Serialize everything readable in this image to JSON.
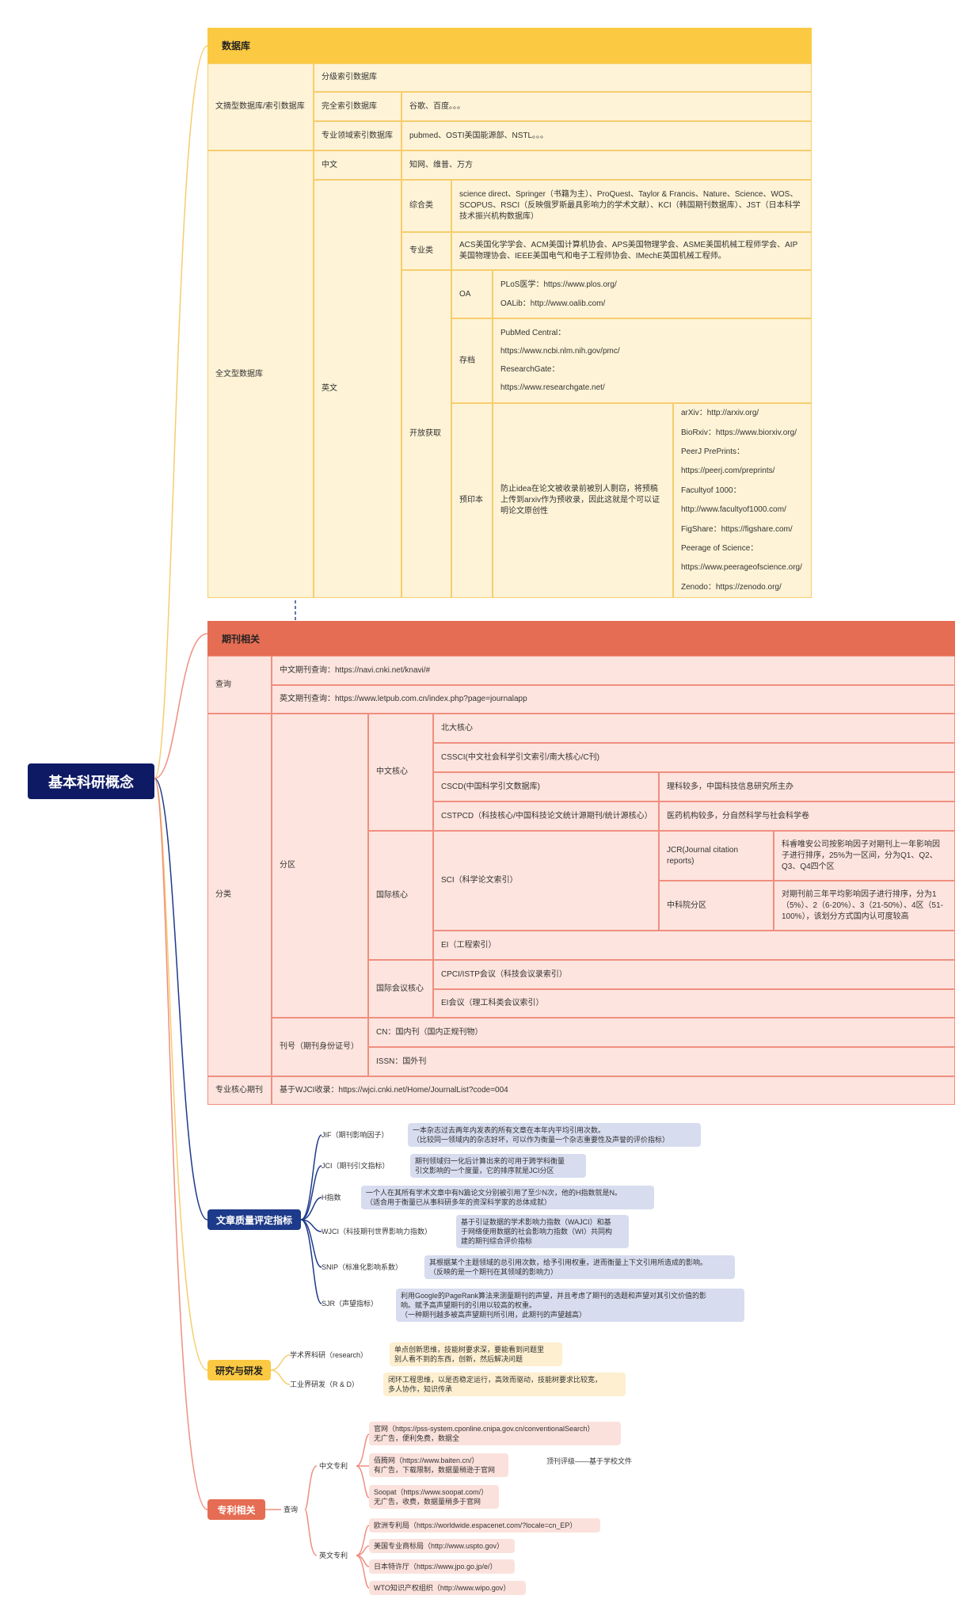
{
  "root": "基本科研概念",
  "database": {
    "header": "数据库",
    "doc_type": "文摘型数据库/索引数据库",
    "index_db": "分级索引数据库",
    "full_index": "完全索引数据库",
    "full_index_ex": "谷歌、百度。。。",
    "field_index": "专业领域索引数据库",
    "field_index_ex": "pubmed、OSTI美国能源部、NSTL。。。",
    "fulltext": "全文型数据库",
    "chinese": "中文",
    "chinese_ex": "知网、维普、万方",
    "english": "英文",
    "comprehensive": "综合类",
    "comprehensive_ex": "science direct、Springer（书籍为主）、ProQuest、Taylor & Francis、Nature、Science、WOS、SCOPUS、RSCI（反映俄罗斯最具影响力的学术文献）、KCI（韩国期刊数据库）、JST（日本科学技术振兴机构数据库）",
    "professional": "专业类",
    "professional_ex": "ACS美国化学学会、ACM美国计算机协会、APS美国物理学会、ASME美国机械工程师学会、AIP美国物理协会、IEEE美国电气和电子工程师协会、IMechE英国机械工程师。",
    "open_access": "开放获取",
    "oa": "OA",
    "oa_1": "PLoS医学：https://www.plos.org/",
    "oa_2": "OALib：http://www.oalib.com/",
    "archive": "存档",
    "archive_1": "PubMed Central：",
    "archive_2": "https://www.ncbi.nlm.nih.gov/pmc/",
    "archive_3": "ResearchGate：",
    "archive_4": "https://www.researchgate.net/",
    "preprint": "预印本",
    "preprint_desc": "防止idea在论文被收录前被别人剽窃，将预稿上传到arxiv作为预收录，因此这就是个可以证明论文原创性",
    "preprint_list": [
      "arXiv：http://arxiv.org/",
      "BioRxiv：https://www.biorxiv.org/",
      "PeerJ PrePrints：",
      "https://peerj.com/preprints/",
      "Facultyof 1000：",
      "http://www.facultyof1000.com/",
      "FigShare：https://figshare.com/",
      "Peerage of Science：",
      "https://www.peerageofscience.org/",
      "Zenodo：https://zenodo.org/"
    ]
  },
  "journal": {
    "header": "期刊相关",
    "query": "查询",
    "query_cn": "中文期刊查询：https://navi.cnki.net/knavi/#",
    "query_en": "英文期刊查询：https://www.letpub.com.cn/index.php?page=journalapp",
    "classify": "分类",
    "partition": "分区",
    "cn_core": "中文核心",
    "pku": "北大核心",
    "cssci": "CSSCI(中文社会科学引文索引/南大核心/C刊)",
    "cscd": "CSCD(中国科学引文数据库)",
    "cscd_note": "理科较多，中国科技信息研究所主办",
    "cstpcd": "CSTPCD（科技核心/中国科技论文统计源期刊/统计源核心）",
    "cstpcd_note": "医药机构较多，分自然科学与社会科学卷",
    "intl_core": "国际核心",
    "sci": "SCI（科学论文索引）",
    "jcr": "JCR(Journal citation reports)",
    "jcr_note": "科睿唯安公司按影响因子对期刊上一年影响因子进行排序，25%为一区间，分为Q1、Q2、Q3、Q4四个区",
    "cas": "中科院分区",
    "cas_note": "对期刊前三年平均影响因子进行排序，分为1（5%）、2（6-20%）、3（21-50%）、4区（51-100%），该划分方式国内认可度较高",
    "ei": "EI（工程索引）",
    "conf_core": "国际会议核心",
    "cpci": "CPCI/ISTP会议（科技会议录索引）",
    "ei_conf": "EI会议（理工科类会议索引）",
    "issn_label": "刊号（期刊身份证号）",
    "cn": "CN：国内刊（国内正规刊物）",
    "issn": "ISSN：国外刊",
    "prof_core": "专业核心期刊",
    "prof_core_ex": "基于WJCI收录：https://wjci.cnki.net/Home/JournalList?code=004"
  },
  "quality": {
    "label": "文章质量评定指标",
    "items": [
      {
        "name": "JIF（期刊影响因子）",
        "desc": "一本杂志过去两年内发表的所有文章在本年内平均引用次数。\n（比较同一领域内的杂志好坏，可以作为衡量一个杂志重要性及声誉的评价指标）"
      },
      {
        "name": "JCI（期刊引文指标）",
        "desc": "期刊领域归一化后计算出来的可用于跨学科衡量\n引文影响的一个度量，它的排序就是JCI分区"
      },
      {
        "name": "H指数",
        "desc": "一个人在其所有学术文章中有N篇论文分别被引用了至少N次，他的H指数就是N。\n（适合用于衡量已从事科研多年的资深科学家的总体成就）"
      },
      {
        "name": "WJCI（科技期刊世界影响力指数）",
        "desc": "基于引证数据的学术影响力指数（WAJCI）和基\n于网络使用数据的社会影响力指数（WI）共同构\n建的期刊综合评价指标"
      },
      {
        "name": "SNIP（标准化影响系数）",
        "desc": "其根据某个主题领域的总引用次数，给予引用权重，进而衡量上下文引用所造成的影响。\n（反映的是一个期刊在其领域的影响力）"
      },
      {
        "name": "SJR（声望指标）",
        "desc": "利用Google的PageRank算法来测量期刊的声望，并且考虑了期刊的选题和声望对其引文价值的影\n响。赋予高声望期刊的引用以较高的权重。\n（一种期刊越多被高声望期刊所引用，此期刊的声望越高）"
      }
    ]
  },
  "research": {
    "label": "研究与研发",
    "items": [
      {
        "name": "学术界科研（research）",
        "desc": "单点创新思维，技能树要求深，要能看到问题里\n别人看不到的东西，创新，然后解决问题"
      },
      {
        "name": "工业界研发（R & D）",
        "desc": "闭环工程思维，以是否稳定运行，高效而驱动，技能树要求比较宽，\n多人协作，知识传承"
      }
    ]
  },
  "patent": {
    "label": "专利相关",
    "query": "查询",
    "cn_label": "中文专利",
    "cn_items": [
      "官网（https://pss-system.cponline.cnipa.gov.cn/conventionalSearch）\n无广告，便利免费，数据全",
      "佰腾网（https://www.baiten.cn/）\n有广告，下载限制，数据量稍逊于官网",
      "Soopat（https://www.soopat.com/）\n无广告，收费，数据量稍多于官网"
    ],
    "note": "顶刊评级——基于学校文件",
    "en_label": "英文专利",
    "en_items": [
      "欧洲专利局（https://worldwide.espacenet.com/?locale=cn_EP）",
      "美国专业商标局（http://www.uspto.gov）",
      "日本特许厅（https://www.jpo.go.jp/e/）",
      "WTO知识产权组织（http://www.wipo.gov）"
    ]
  },
  "colors": {
    "root": "#0e1a63",
    "database": "#fbc942",
    "journal": "#e56d53",
    "quality": "#1e3a8a",
    "research": "#fbc942",
    "patent": "#e56d53"
  }
}
